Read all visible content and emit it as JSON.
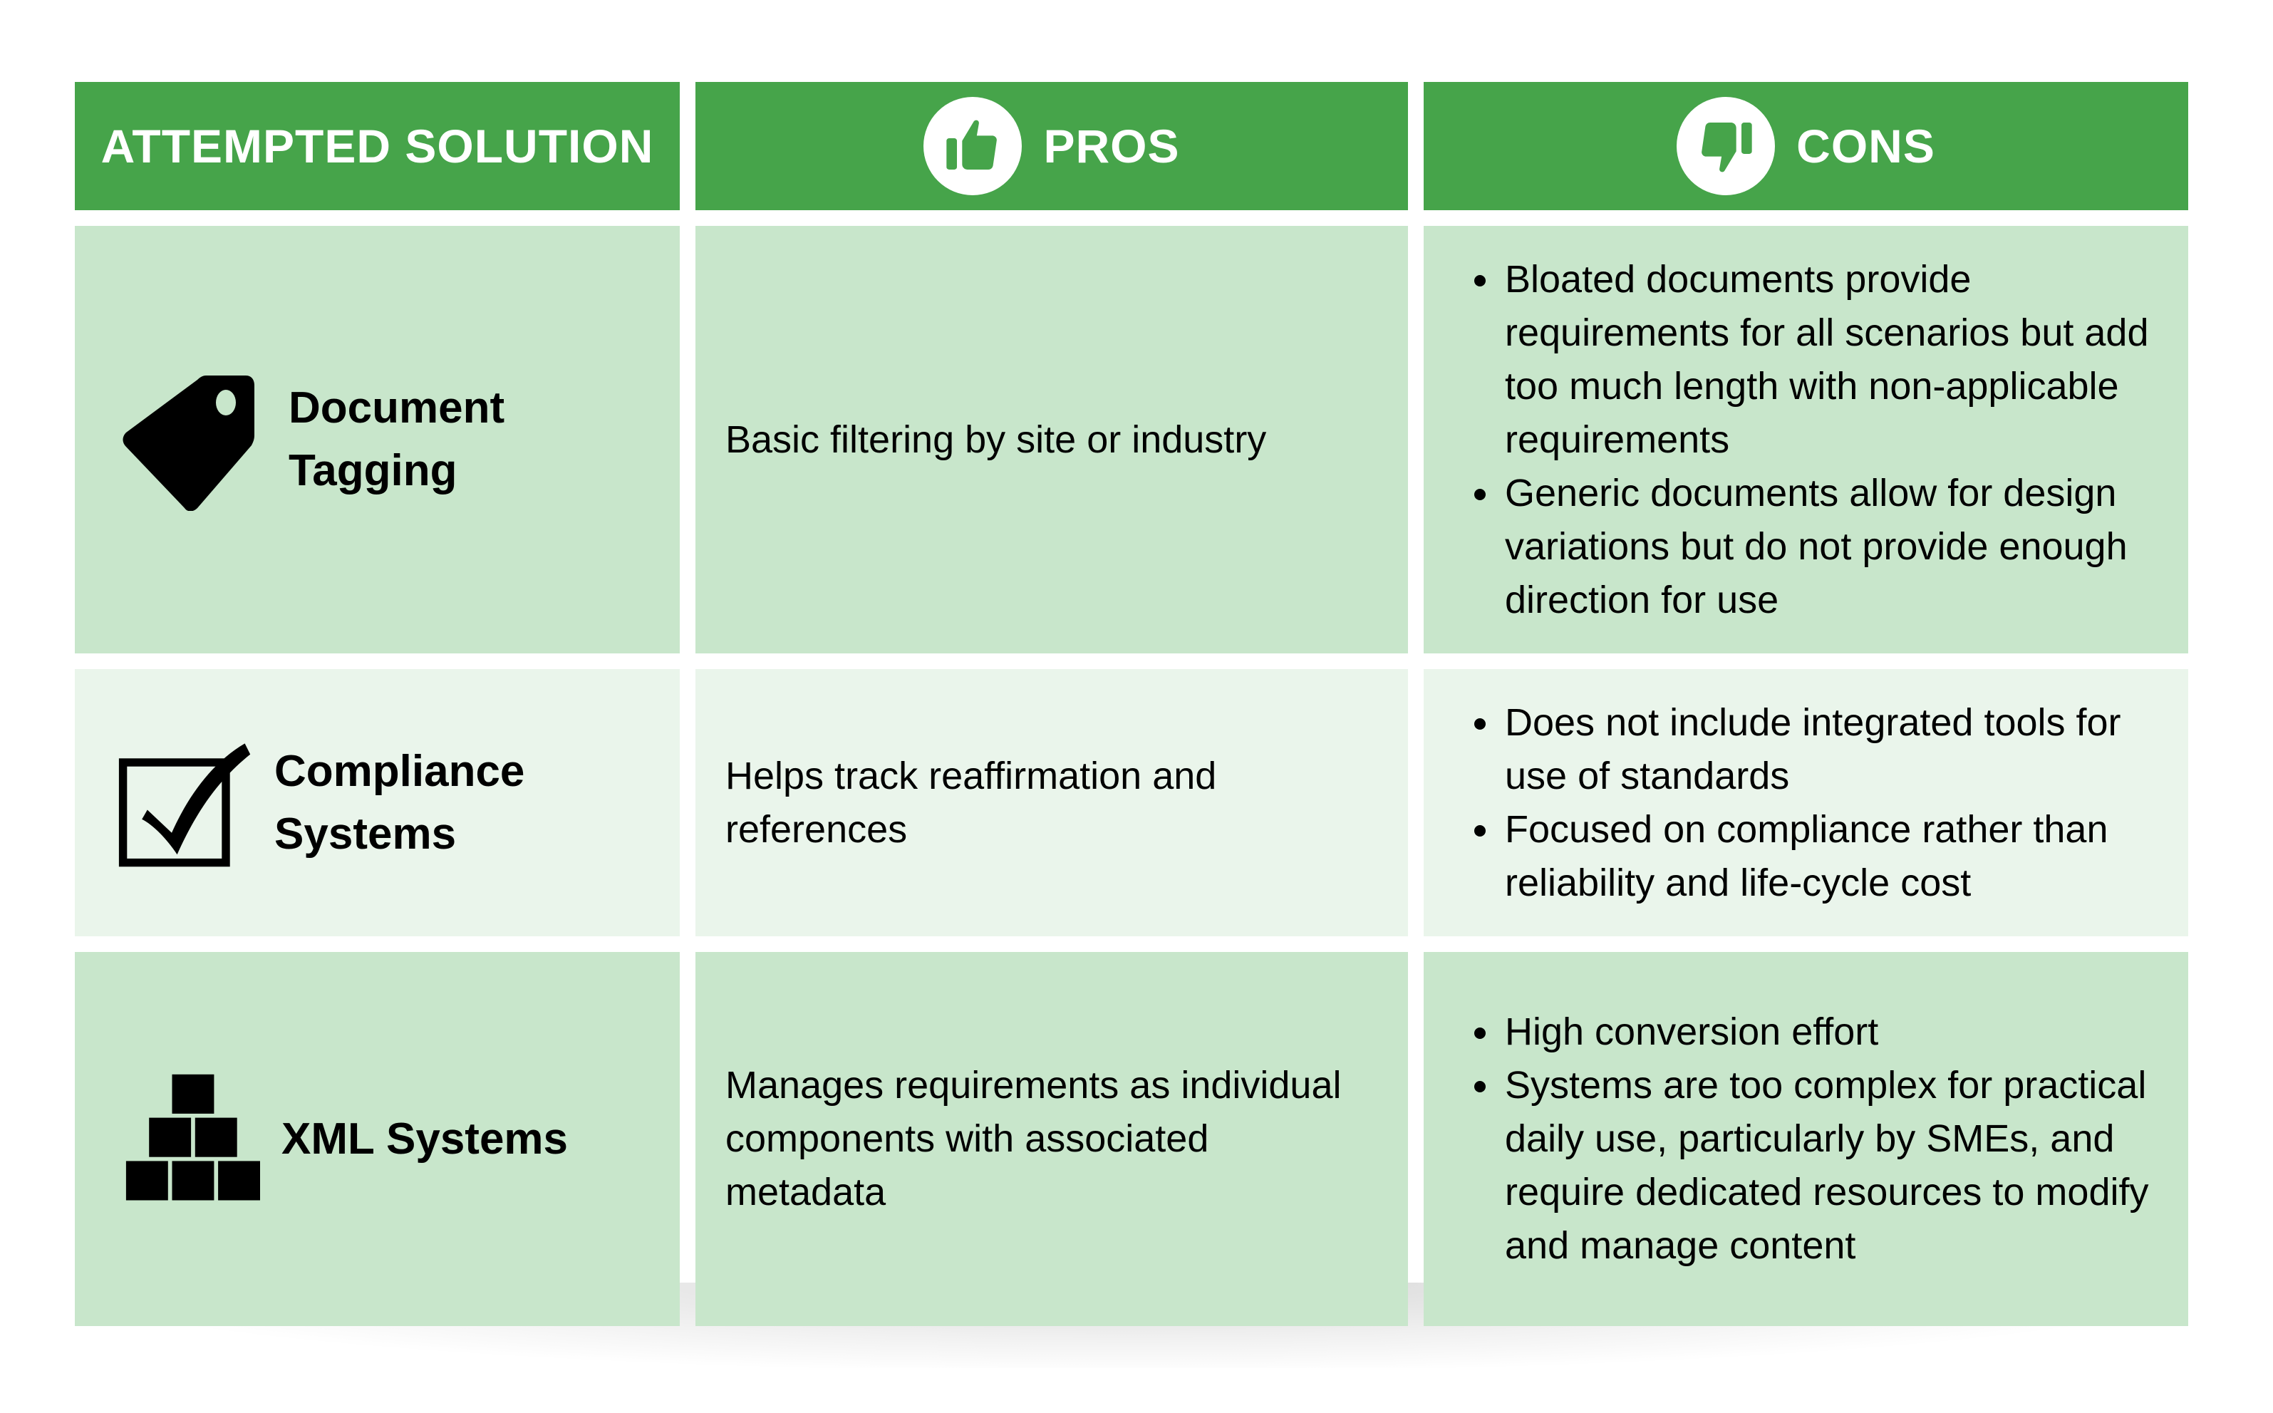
{
  "colors": {
    "header_bg": "#46a44a",
    "row_dark_bg": "#c8e6cb",
    "row_light_bg": "#eaf5eb",
    "text": "#000000"
  },
  "header": {
    "solution_label": "ATTEMPTED SOLUTION",
    "pros_label": "PROS",
    "pros_icon": "thumbs-up-icon",
    "cons_label": "CONS",
    "cons_icon": "thumbs-down-icon"
  },
  "rows": [
    {
      "icon": "tag-icon",
      "solution": "Document Tagging",
      "pros": "Basic filtering by site or industry",
      "cons": [
        "Bloated documents provide requirements for all scenarios but add too much length with non-applicable requirements",
        "Generic documents allow for design variations but do not provide enough direction for use"
      ]
    },
    {
      "icon": "checkbox-checked-icon",
      "solution": "Compliance Systems",
      "pros": "Helps track reaffirmation and references",
      "cons": [
        "Does not include integrated tools for use of standards",
        "Focused on compliance rather than reliability and life-cycle cost"
      ]
    },
    {
      "icon": "stacked-blocks-icon",
      "solution": "XML Systems",
      "pros": "Manages requirements as individual components with associated metadata",
      "cons": [
        "High conversion effort",
        "Systems are too complex for practical daily use, particularly by SMEs, and require dedicated resources to modify and manage content"
      ]
    }
  ]
}
